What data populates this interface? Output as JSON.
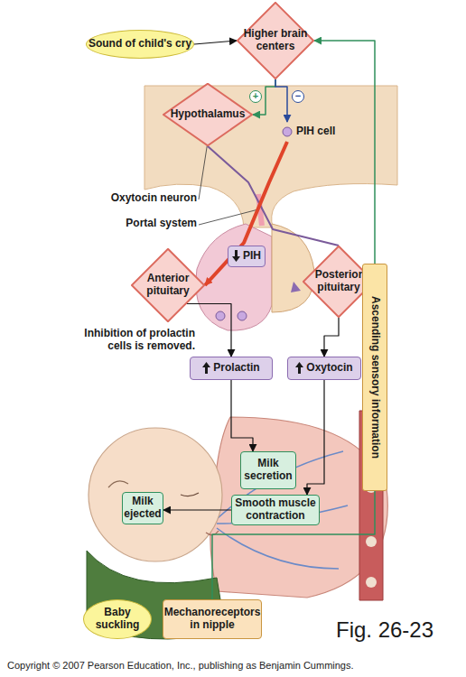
{
  "diagram": {
    "caption": "Fig. 26-23",
    "nodes": [
      {
        "text": [
          "Sound of child's cry"
        ]
      },
      {
        "text": [
          "Higher brain centers"
        ]
      },
      {
        "text": [
          "Hypothalamus"
        ]
      },
      {
        "text": [
          "PIH cell"
        ]
      },
      {
        "text": [
          "PIH"
        ]
      },
      {
        "text": [
          "Anterior pituitary"
        ]
      },
      {
        "text": [
          "Posterior pituitary"
        ]
      },
      {
        "text": [
          "Prolactin"
        ]
      },
      {
        "text": [
          "Oxytocin"
        ]
      },
      {
        "text": [
          "Ascending sensory information"
        ]
      },
      {
        "text": [
          "Milk secretion"
        ]
      },
      {
        "text": [
          "Smooth muscle contraction"
        ]
      },
      {
        "text": [
          "Milk ejected"
        ]
      },
      {
        "text": [
          "Baby suckling"
        ]
      },
      {
        "text": [
          "Mechanoreceptors in nipple"
        ]
      }
    ],
    "edges": [
      {
        "from": 0,
        "to": 1,
        "arrow": "to"
      },
      {
        "from": 1,
        "to": 2,
        "arrow": "to"
      },
      {
        "from": 1,
        "to": 3,
        "arrow": "to"
      },
      {
        "from": 2,
        "to": 6,
        "arrow": "none"
      },
      {
        "from": 3,
        "to": 5,
        "arrow": "to"
      },
      {
        "from": 5,
        "to": 7,
        "arrow": "to"
      },
      {
        "from": 6,
        "to": 8,
        "arrow": "to"
      },
      {
        "from": 7,
        "to": 10,
        "arrow": "to"
      },
      {
        "from": 8,
        "to": 11,
        "arrow": "to"
      },
      {
        "from": 11,
        "to": 12,
        "arrow": "to"
      },
      {
        "from": 14,
        "to": 9,
        "arrow": "none"
      },
      {
        "from": 9,
        "to": 1,
        "arrow": "to"
      }
    ],
    "labels": [
      "+",
      "−",
      "Oxytocin neuron",
      "Portal system",
      "Inhibition of prolactin cells is removed.",
      "Copyright © 2007 Pearson Education, Inc., publishing as Benjamin Cummings."
    ]
  }
}
